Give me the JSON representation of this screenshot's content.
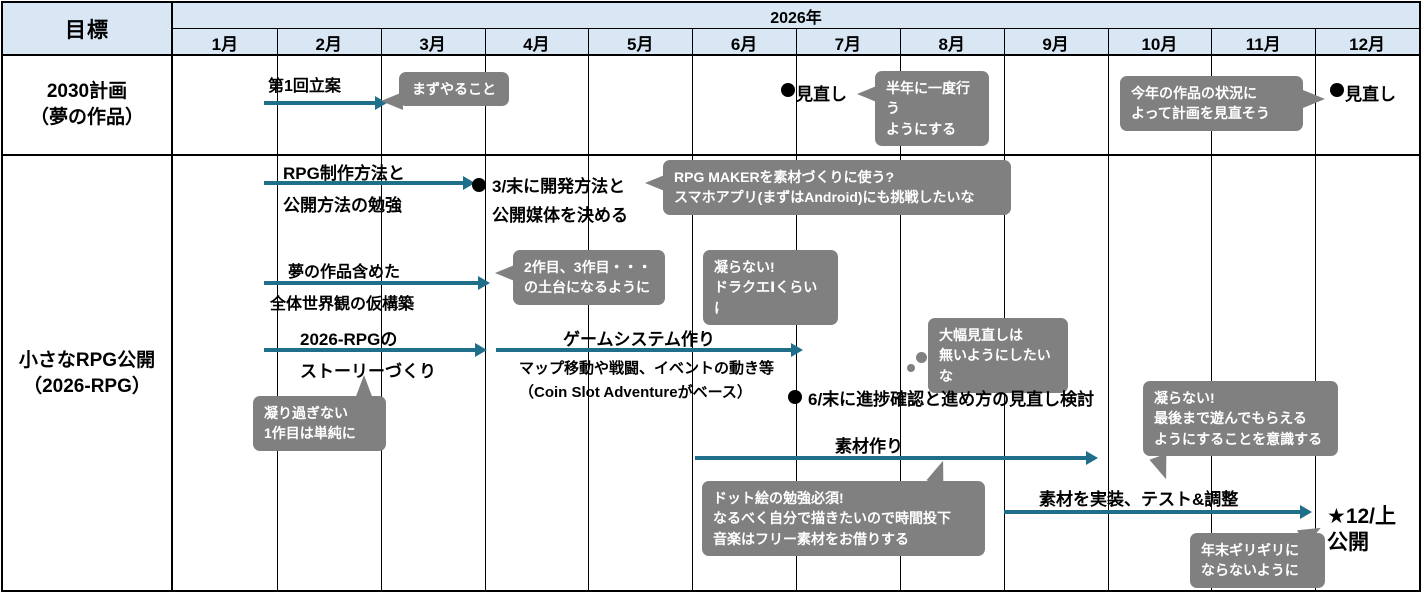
{
  "header": {
    "goal_column_label": "目標",
    "year_label": "2026年",
    "months": [
      "1月",
      "2月",
      "3月",
      "4月",
      "5月",
      "6月",
      "7月",
      "8月",
      "9月",
      "10月",
      "11月",
      "12月"
    ]
  },
  "colors": {
    "header_fill": "#d9e7f5",
    "arrow": "#1f6f8b",
    "callout": "#808080",
    "callout_text": "#ffffff",
    "grid": "#000000"
  },
  "rows": [
    {
      "name": "row-2030-plan",
      "label": "2030計画\n（夢の作品）",
      "arrows": [
        {
          "name": "arrow-first-planning",
          "label": "第1回立案"
        }
      ],
      "milestones": [
        {
          "name": "milestone-review-june",
          "label": "見直し"
        },
        {
          "name": "milestone-review-december",
          "label": "見直し"
        }
      ],
      "callouts": [
        {
          "name": "callout-first-thing",
          "text": "まずやること"
        },
        {
          "name": "callout-twice-a-year",
          "text": "半年に一度行う\nようにする"
        },
        {
          "name": "callout-review-by-status",
          "text": "今年の作品の状況に\nよって計画を見直そう"
        }
      ]
    },
    {
      "name": "row-small-rpg-release",
      "label": "小さなRPG公開\n（2026-RPG）",
      "arrows": [
        {
          "name": "arrow-study-rpg",
          "label": "RPG制作方法と\n公開方法の勉強",
          "line1": "RPG制作方法と",
          "line2": "公開方法の勉強"
        },
        {
          "name": "arrow-world-building",
          "line1": "夢の作品含めた",
          "line2": "全体世界観の仮構築"
        },
        {
          "name": "arrow-story-making",
          "line1": "2026-RPGの",
          "line2": "ストーリーづくり"
        },
        {
          "name": "arrow-game-system",
          "line1": "ゲームシステム作り",
          "line2": "マップ移動や戦闘、イベントの動き等",
          "line3": "（Coin Slot Adventureがベース）"
        },
        {
          "name": "arrow-asset-creation",
          "line1": "素材作り"
        },
        {
          "name": "arrow-implement-test",
          "line1": "素材を実装、テスト&調整"
        }
      ],
      "milestones": [
        {
          "name": "milestone-decide-method",
          "line1": "3/末に開発方法と",
          "line2": "公開媒体を決める"
        },
        {
          "name": "milestone-progress-check",
          "line1": "6/末に進捗確認と進め方の見直し検討"
        }
      ],
      "release": {
        "name": "release-marker",
        "text": "★12/上\n公開"
      },
      "callouts": [
        {
          "name": "callout-rpg-maker",
          "text": "RPG MAKERを素材づくりに使う?\nスマホアプリ(まずはAndroid)にも挑戦したいな"
        },
        {
          "name": "callout-foundation",
          "text": "2作目、3作目・・・\nの土台になるように"
        },
        {
          "name": "callout-simple-dq1",
          "text": "凝らない!\nドラクエⅠくらいに"
        },
        {
          "name": "callout-no-big-revision",
          "text": "大幅見直しは\n無いようにしたいな"
        },
        {
          "name": "callout-not-overdone-first",
          "text": "凝り過ぎない\n1作目は単純に"
        },
        {
          "name": "callout-playable-to-end",
          "text": "凝らない!\n最後まで遊んでもらえる\nようにすることを意識する"
        },
        {
          "name": "callout-pixel-art",
          "text": "ドット絵の勉強必須!\nなるべく自分で描きたいので時間投下\n音楽はフリー素材をお借りする"
        },
        {
          "name": "callout-avoid-year-end",
          "text": "年末ギリギリに\nならないように"
        }
      ]
    }
  ]
}
